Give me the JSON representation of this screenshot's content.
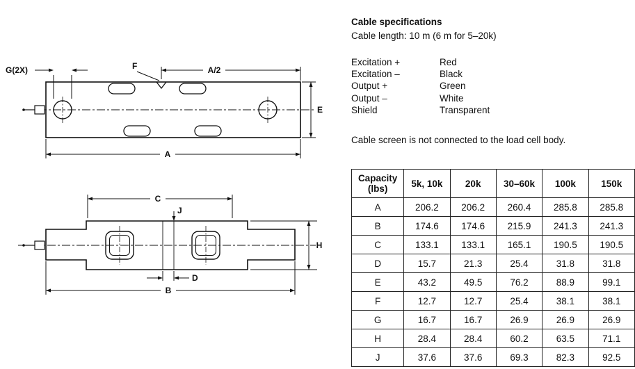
{
  "cable_specs": {
    "title": "Cable specifications",
    "length_note": "Cable length: 10 m (6 m for 5–20k)",
    "wires": [
      {
        "label": "Excitation +",
        "color": "Red"
      },
      {
        "label": "Excitation –",
        "color": "Black"
      },
      {
        "label": "Output +",
        "color": "Green"
      },
      {
        "label": "Output –",
        "color": "White"
      },
      {
        "label": "Shield",
        "color": "Transparent"
      }
    ],
    "screen_note": "Cable screen is not connected to the load cell body."
  },
  "side_view": {
    "labels": {
      "g": "G(2X)",
      "f": "F",
      "a_half": "A/2",
      "e": "E",
      "a": "A"
    }
  },
  "top_view": {
    "labels": {
      "c": "C",
      "j": "J",
      "h": "H",
      "d": "D",
      "b": "B"
    }
  },
  "dimensions_table": {
    "headers": [
      "Capacity (lbs)",
      "5k, 10k",
      "20k",
      "30–60k",
      "100k",
      "150k"
    ],
    "rows": [
      {
        "dim": "A",
        "values": [
          "206.2",
          "206.2",
          "260.4",
          "285.8",
          "285.8"
        ]
      },
      {
        "dim": "B",
        "values": [
          "174.6",
          "174.6",
          "215.9",
          "241.3",
          "241.3"
        ]
      },
      {
        "dim": "C",
        "values": [
          "133.1",
          "133.1",
          "165.1",
          "190.5",
          "190.5"
        ]
      },
      {
        "dim": "D",
        "values": [
          "15.7",
          "21.3",
          "25.4",
          "31.8",
          "31.8"
        ]
      },
      {
        "dim": "E",
        "values": [
          "43.2",
          "49.5",
          "76.2",
          "88.9",
          "99.1"
        ]
      },
      {
        "dim": "F",
        "values": [
          "12.7",
          "12.7",
          "25.4",
          "38.1",
          "38.1"
        ]
      },
      {
        "dim": "G",
        "values": [
          "16.7",
          "16.7",
          "26.9",
          "26.9",
          "26.9"
        ]
      },
      {
        "dim": "H",
        "values": [
          "28.4",
          "28.4",
          "60.2",
          "63.5",
          "71.1"
        ]
      },
      {
        "dim": "J",
        "values": [
          "37.6",
          "37.6",
          "69.3",
          "82.3",
          "92.5"
        ]
      }
    ]
  }
}
